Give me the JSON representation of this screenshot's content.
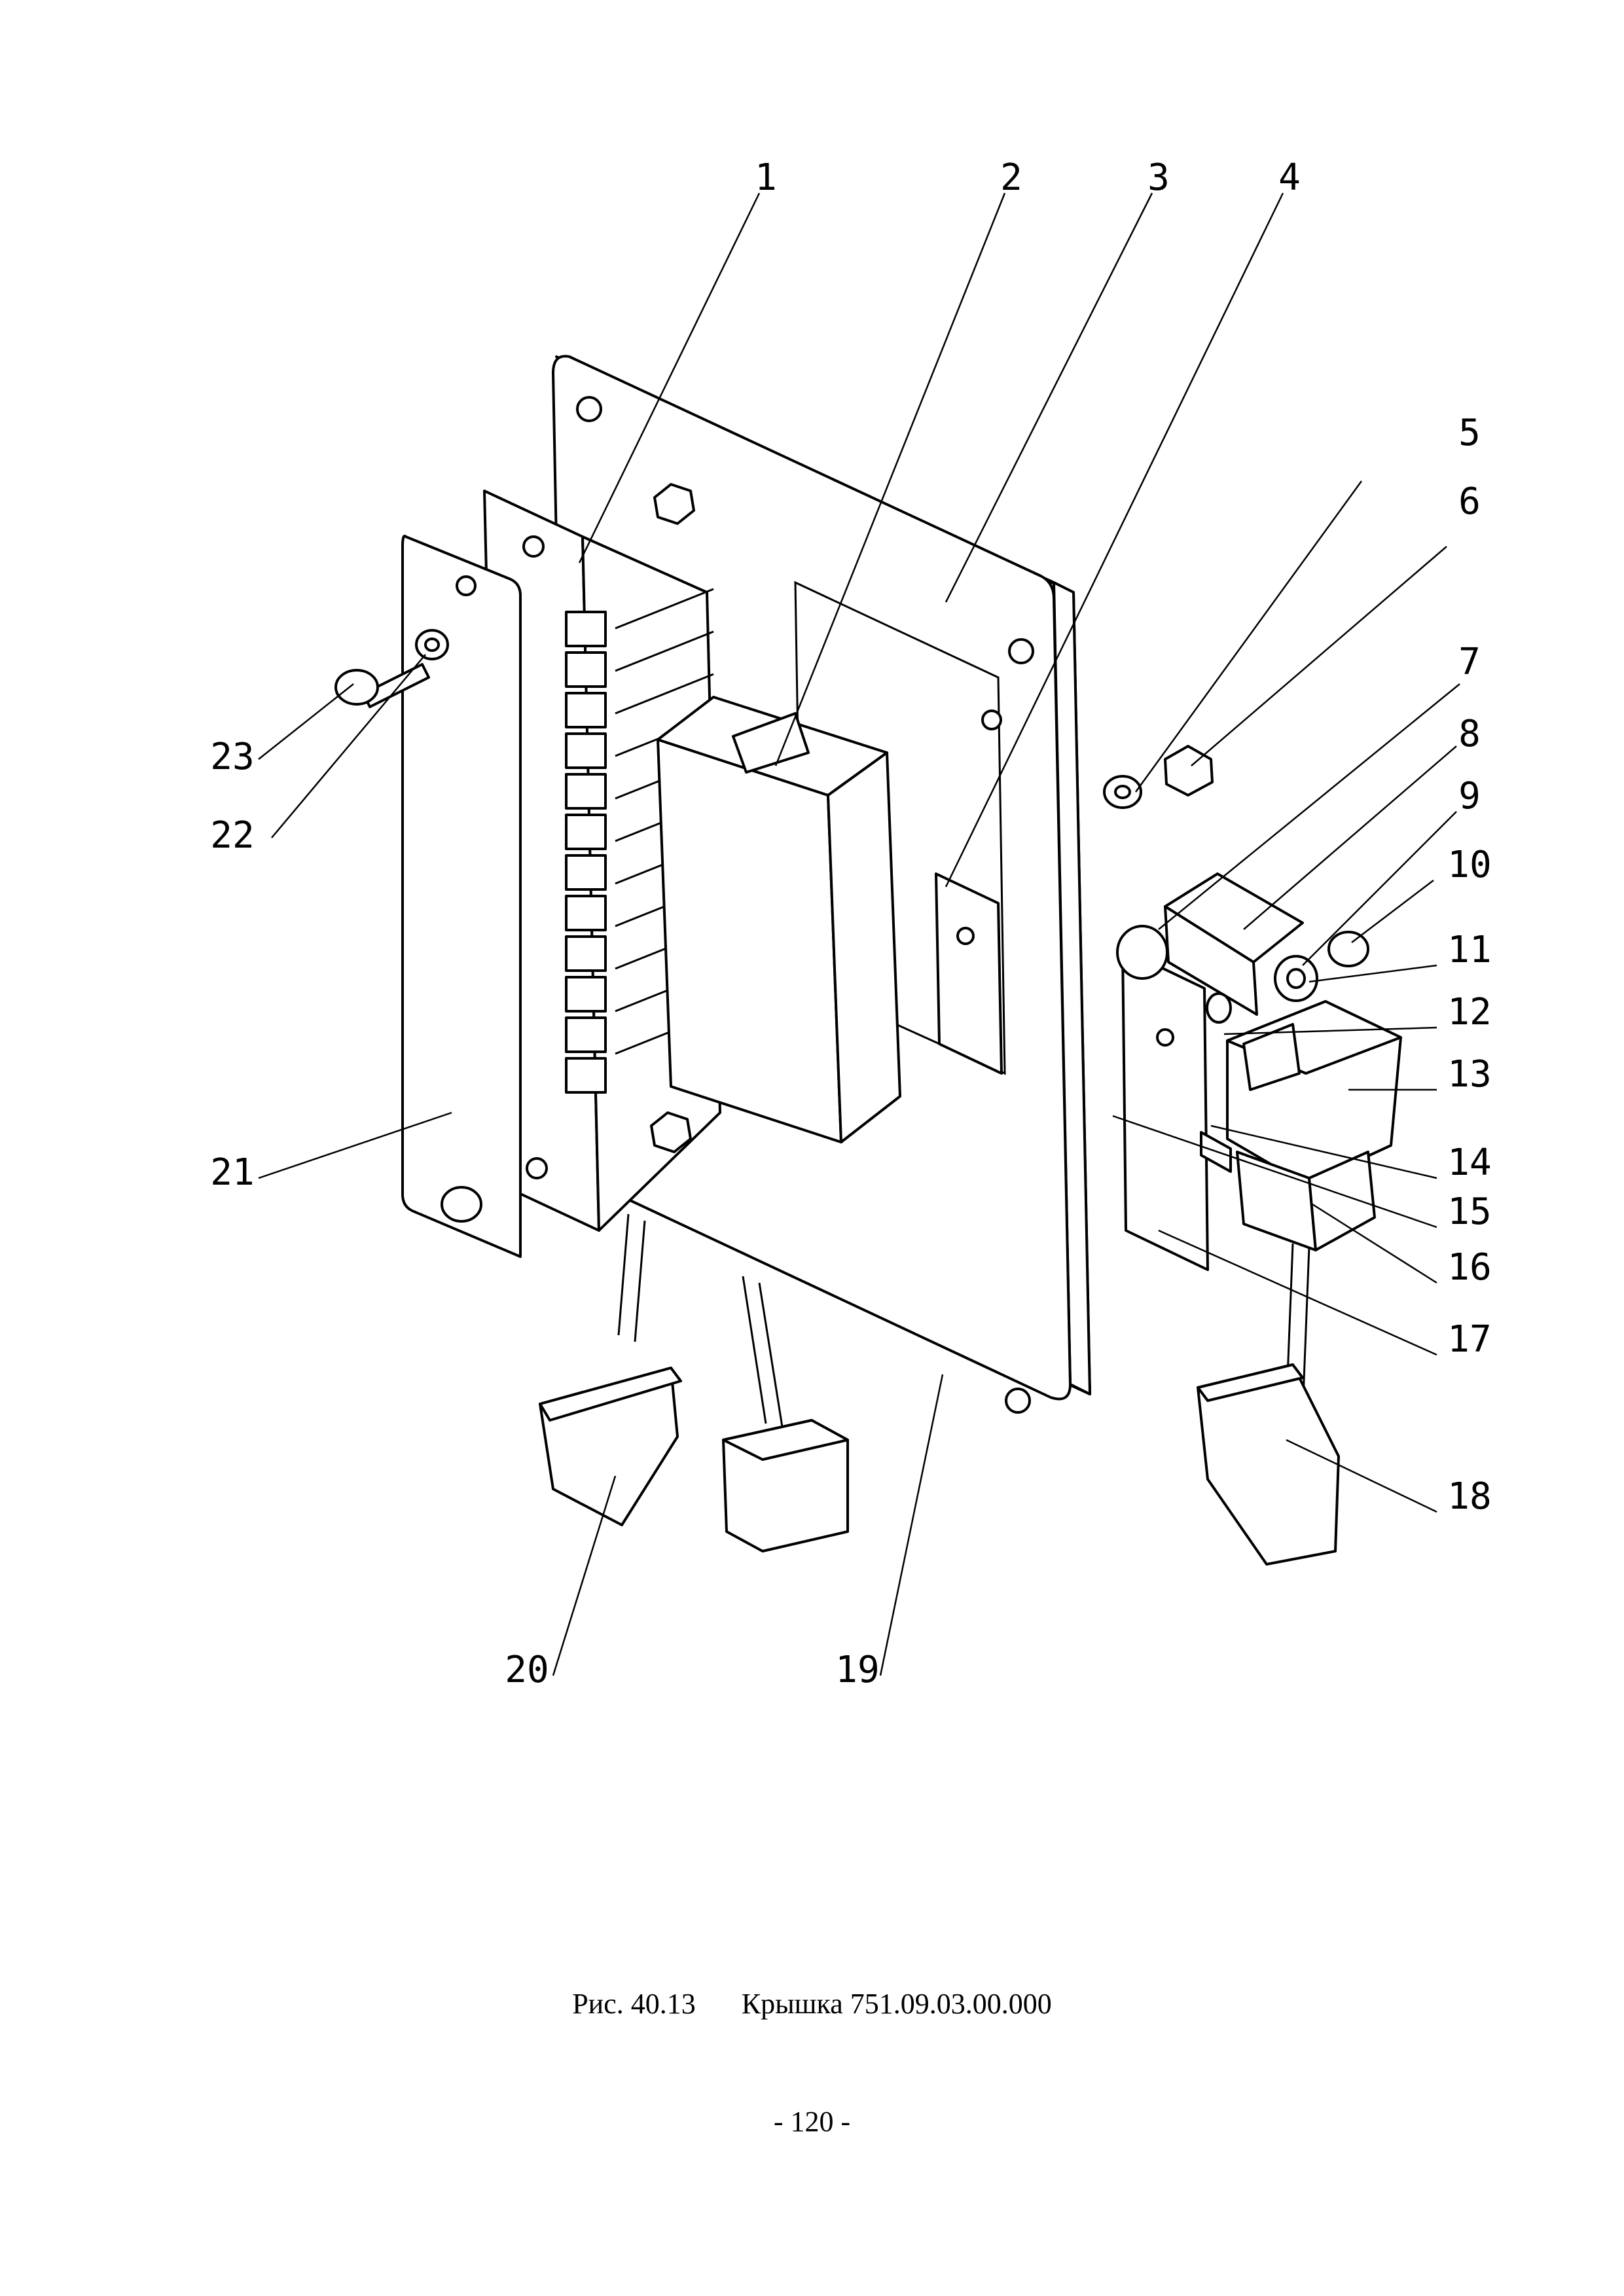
{
  "figure": {
    "caption_label": "Рис.  40.13",
    "caption_title": "Крышка 751.09.03.00.000",
    "page_number": "- 120 -"
  },
  "callouts": [
    "1",
    "2",
    "3",
    "4",
    "5",
    "6",
    "7",
    "8",
    "9",
    "10",
    "11",
    "12",
    "13",
    "14",
    "15",
    "16",
    "17",
    "18",
    "19",
    "20",
    "21",
    "22",
    "23"
  ]
}
